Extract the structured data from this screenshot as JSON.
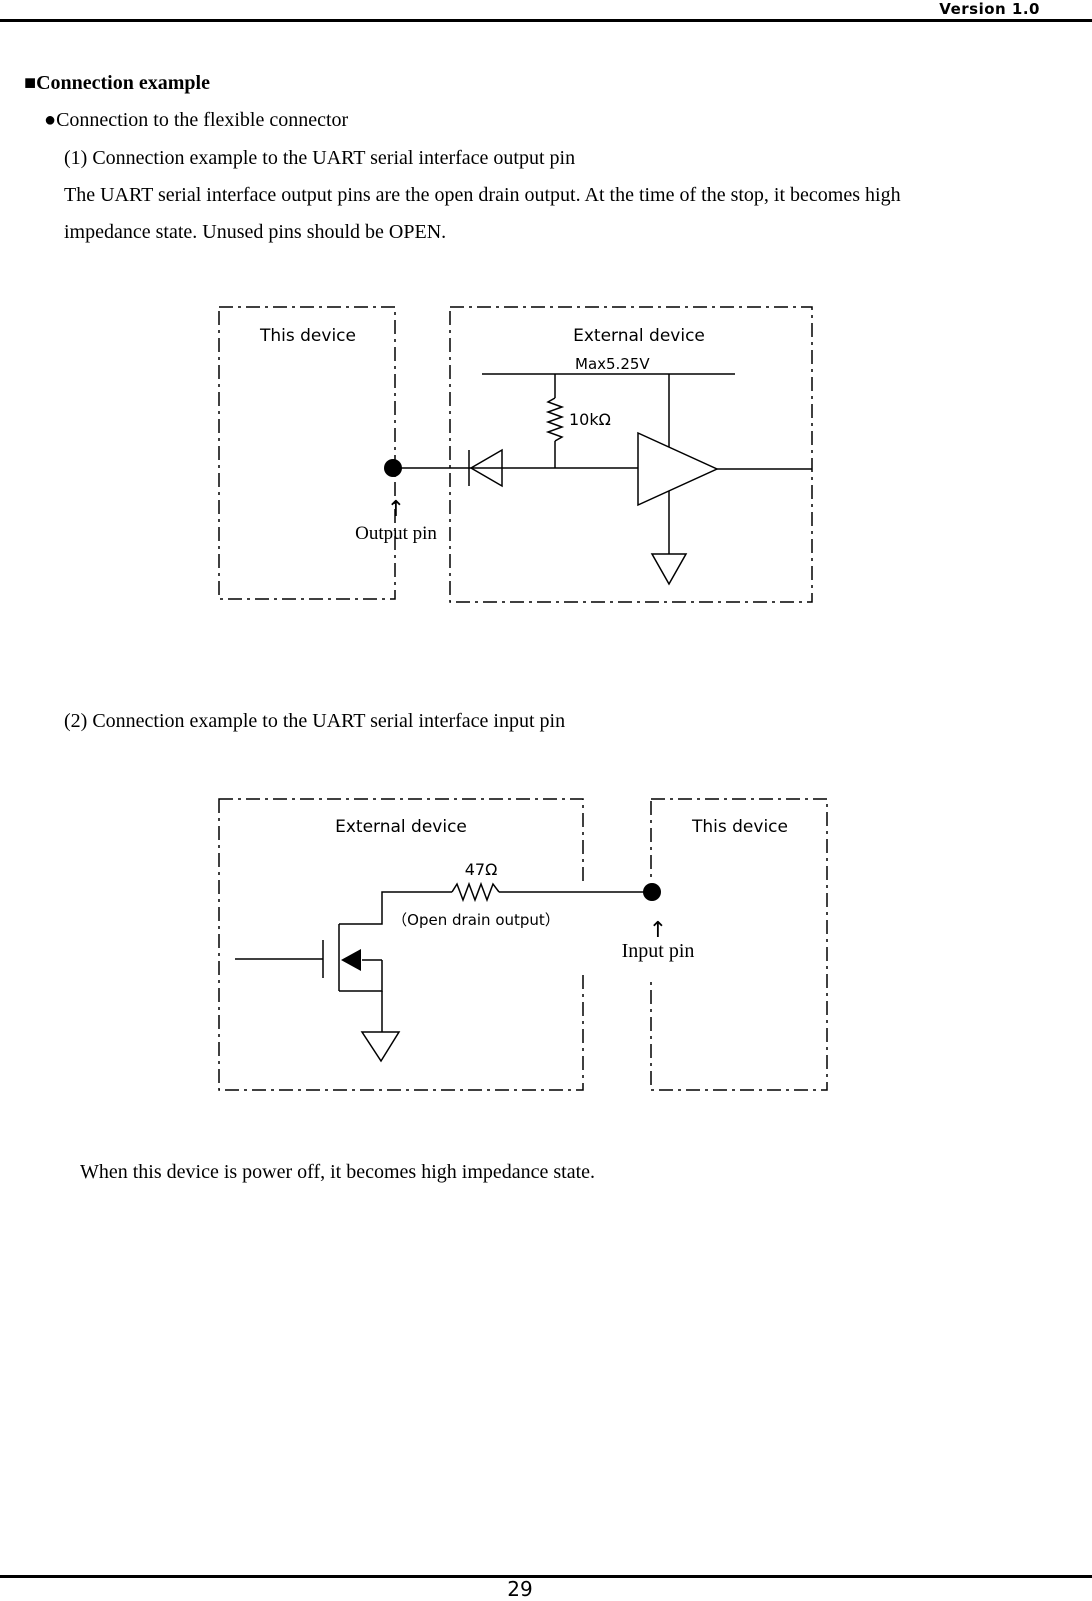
{
  "header": {
    "version": "Version  1.0"
  },
  "section": {
    "title": "■Connection example",
    "subtitle": "●Connection to the flexible connector"
  },
  "item1": {
    "title": "(1) Connection example to the UART serial interface output pin",
    "para_line1": "The UART serial interface output pins are the open drain output. At the time of the stop, it becomes high",
    "para_line2": "impedance state. Unused pins should be OPEN."
  },
  "diagram1": {
    "this_device": "This device",
    "external_device": "External device",
    "supply_voltage": "Max5.25V",
    "resistor": "10kΩ",
    "pin_arrow": "↑",
    "pin_label": "Output pin"
  },
  "item2": {
    "title": "(2) Connection example to the UART serial interface input pin"
  },
  "diagram2": {
    "external_device": "External device",
    "this_device": "This device",
    "resistor": "47Ω",
    "output_type": "（Open drain output）",
    "pin_arrow": "↑",
    "pin_label": "Input pin"
  },
  "note": "When this device is power off, it becomes high impedance state.",
  "footer": {
    "page_number": "29"
  }
}
